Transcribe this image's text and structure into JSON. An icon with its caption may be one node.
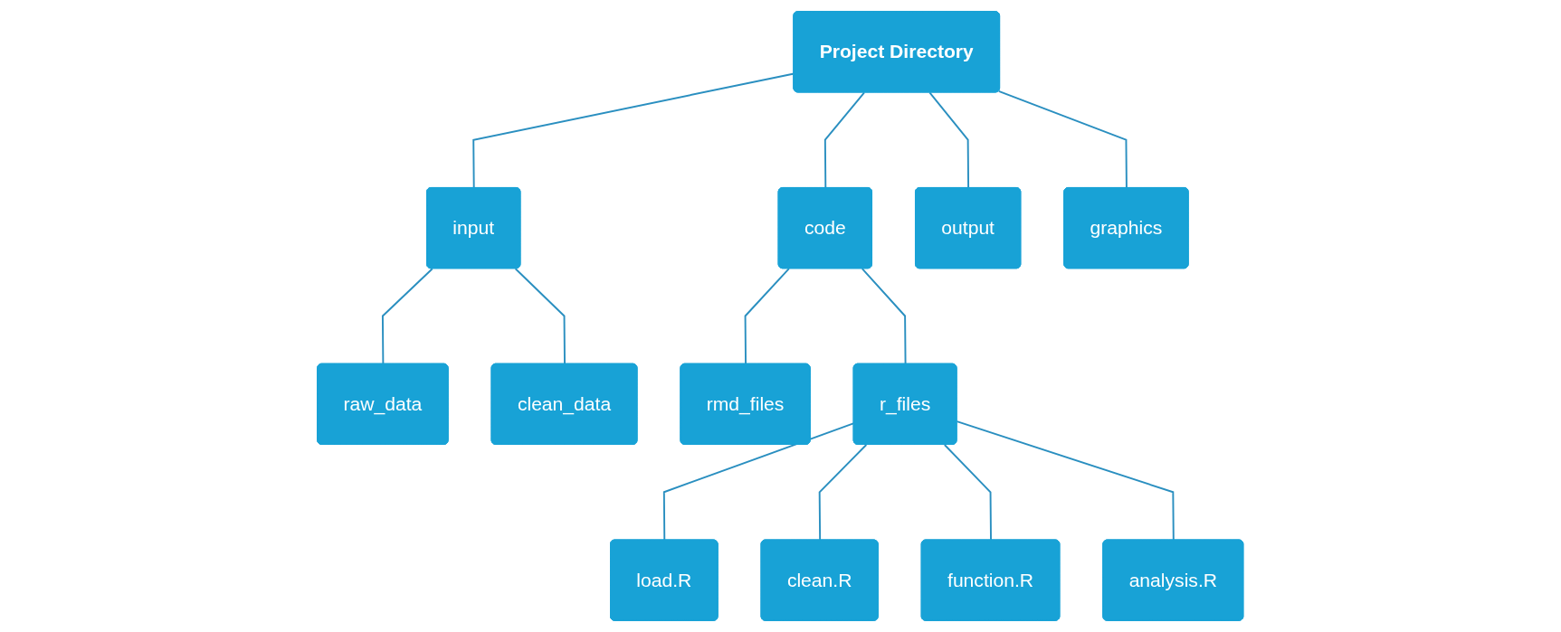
{
  "diagram": {
    "nodes": [
      {
        "text": [
          "Project Directory"
        ]
      },
      {
        "text": [
          "input"
        ]
      },
      {
        "text": [
          "code"
        ]
      },
      {
        "text": [
          "output"
        ]
      },
      {
        "text": [
          "graphics"
        ]
      },
      {
        "text": [
          "raw_data"
        ]
      },
      {
        "text": [
          "clean_data"
        ]
      },
      {
        "text": [
          "rmd_files"
        ]
      },
      {
        "text": [
          "r_files"
        ]
      },
      {
        "text": [
          "load.R"
        ]
      },
      {
        "text": [
          "clean.R"
        ]
      },
      {
        "text": [
          "function.R"
        ]
      },
      {
        "text": [
          "analysis.R"
        ]
      }
    ],
    "edges": [
      {
        "from": 0,
        "to": 1,
        "arrow": "none"
      },
      {
        "from": 0,
        "to": 2,
        "arrow": "none"
      },
      {
        "from": 0,
        "to": 3,
        "arrow": "none"
      },
      {
        "from": 0,
        "to": 4,
        "arrow": "none"
      },
      {
        "from": 1,
        "to": 5,
        "arrow": "none"
      },
      {
        "from": 1,
        "to": 6,
        "arrow": "none"
      },
      {
        "from": 2,
        "to": 7,
        "arrow": "none"
      },
      {
        "from": 2,
        "to": 8,
        "arrow": "none"
      },
      {
        "from": 8,
        "to": 9,
        "arrow": "none"
      },
      {
        "from": 8,
        "to": 10,
        "arrow": "none"
      },
      {
        "from": 8,
        "to": 11,
        "arrow": "none"
      },
      {
        "from": 8,
        "to": 12,
        "arrow": "none"
      }
    ]
  }
}
